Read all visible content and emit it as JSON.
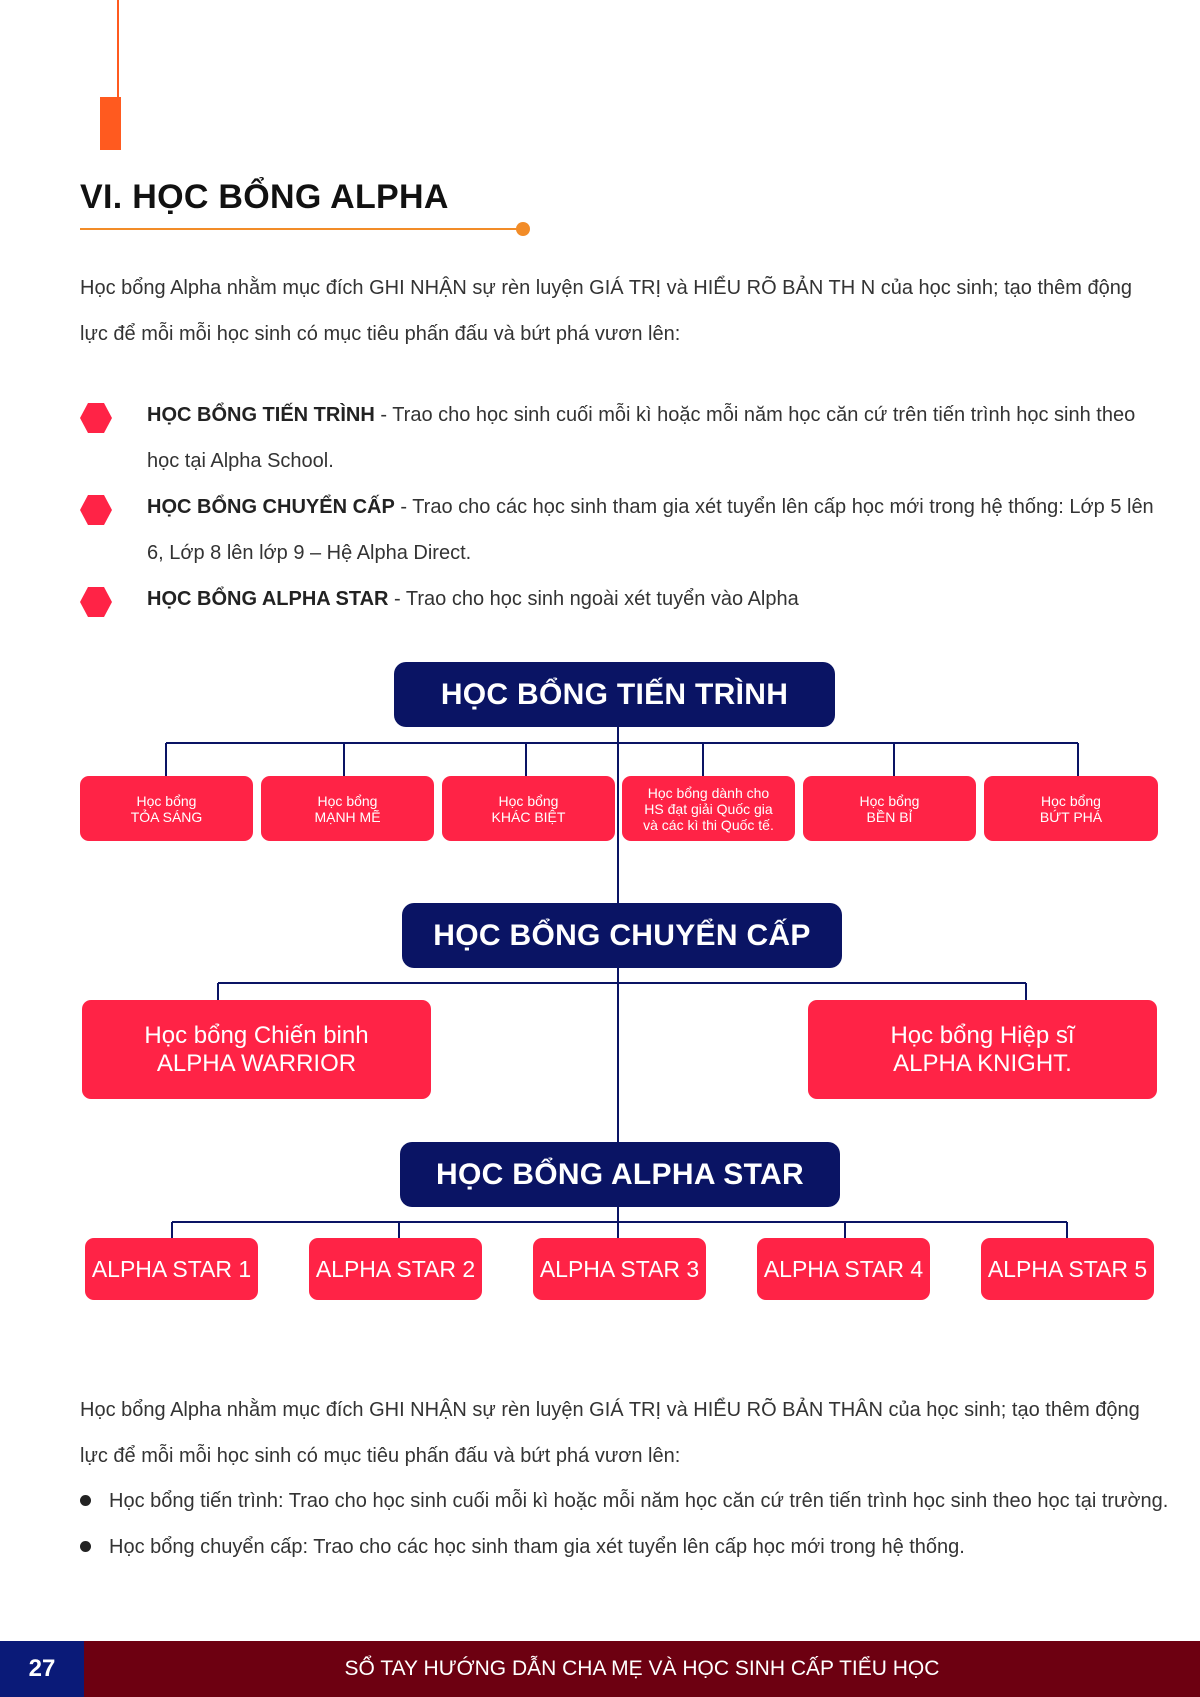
{
  "section_title": "VI. HỌC BỔNG ALPHA",
  "intro_paragraph": "Học bổng Alpha nhằm mục đích GHI NHẬN sự rèn luyện GIÁ TRỊ và HIỂU RÕ BẢN TH N của học sinh; tạo thêm động lực để mỗi mỗi học sinh có mục tiêu phấn đấu và bứt phá vươn lên:",
  "scholarship_list": [
    {
      "name": "HỌC BỔNG TIẾN TRÌNH",
      "desc": " - Trao cho học sinh cuối mỗi kì hoặc mỗi năm học căn cứ trên tiến trình học sinh theo học tại Alpha School."
    },
    {
      "name": "HỌC BỔNG CHUYỂN CẤP",
      "desc": " - Trao cho các học sinh tham gia xét tuyển lên cấp học mới trong hệ thống: Lớp 5 lên 6, Lớp 8 lên lớp 9 – Hệ Alpha Direct."
    },
    {
      "name": "HỌC BỔNG ALPHA STAR",
      "desc": " - Trao cho học sinh ngoài xét tuyển vào Alpha"
    }
  ],
  "diagram": {
    "group1": {
      "title": "HỌC BỔNG TIẾN TRÌNH",
      "children": [
        "Học bổng\nTỎA SÁNG",
        "Học bổng\nMẠNH MẼ",
        "Học bổng\nKHÁC BIỆT",
        "Học bổng dành cho\nHS đạt giải Quốc gia\nvà các kì thi Quốc tế.",
        "Học bổng\nBỀN BỈ",
        "Học bổng\nBỨT PHÁ"
      ]
    },
    "group2": {
      "title": "HỌC BỔNG CHUYỂN CẤP",
      "children": [
        "Học bổng Chiến binh\nALPHA WARRIOR",
        "Học bổng Hiệp sĩ\nALPHA KNIGHT."
      ]
    },
    "group3": {
      "title": "HỌC BỔNG ALPHA STAR",
      "children": [
        "ALPHA STAR 1",
        "ALPHA STAR 2",
        "ALPHA STAR 3",
        "ALPHA STAR 4",
        "ALPHA STAR 5"
      ]
    }
  },
  "closing_paragraph": "Học bổng Alpha nhằm mục đích GHI NHẬN sự rèn luyện GIÁ TRỊ và HIỂU RÕ BẢN THÂN  của học sinh; tạo thêm động lực để mỗi mỗi học sinh có mục tiêu phấn đấu và bứt phá vươn lên:",
  "closing_list": [
    "Học bổng tiến trình: Trao cho học sinh cuối mỗi kì hoặc mỗi năm học căn cứ trên tiến trình học sinh theo học tại trường.",
    "Học bổng chuyển cấp: Trao cho các học sinh tham gia xét tuyển lên cấp học mới trong hệ thống."
  ],
  "footer": {
    "page_number": "27",
    "title": "SỔ TAY HƯỚNG DẪN CHA MẸ VÀ HỌC SINH CẤP TIỂU HỌC"
  },
  "colors": {
    "accent_orange": "#ff5a1f",
    "navy": "#0a1464",
    "red": "#ff2346",
    "footer_maroon": "#6d0011"
  }
}
